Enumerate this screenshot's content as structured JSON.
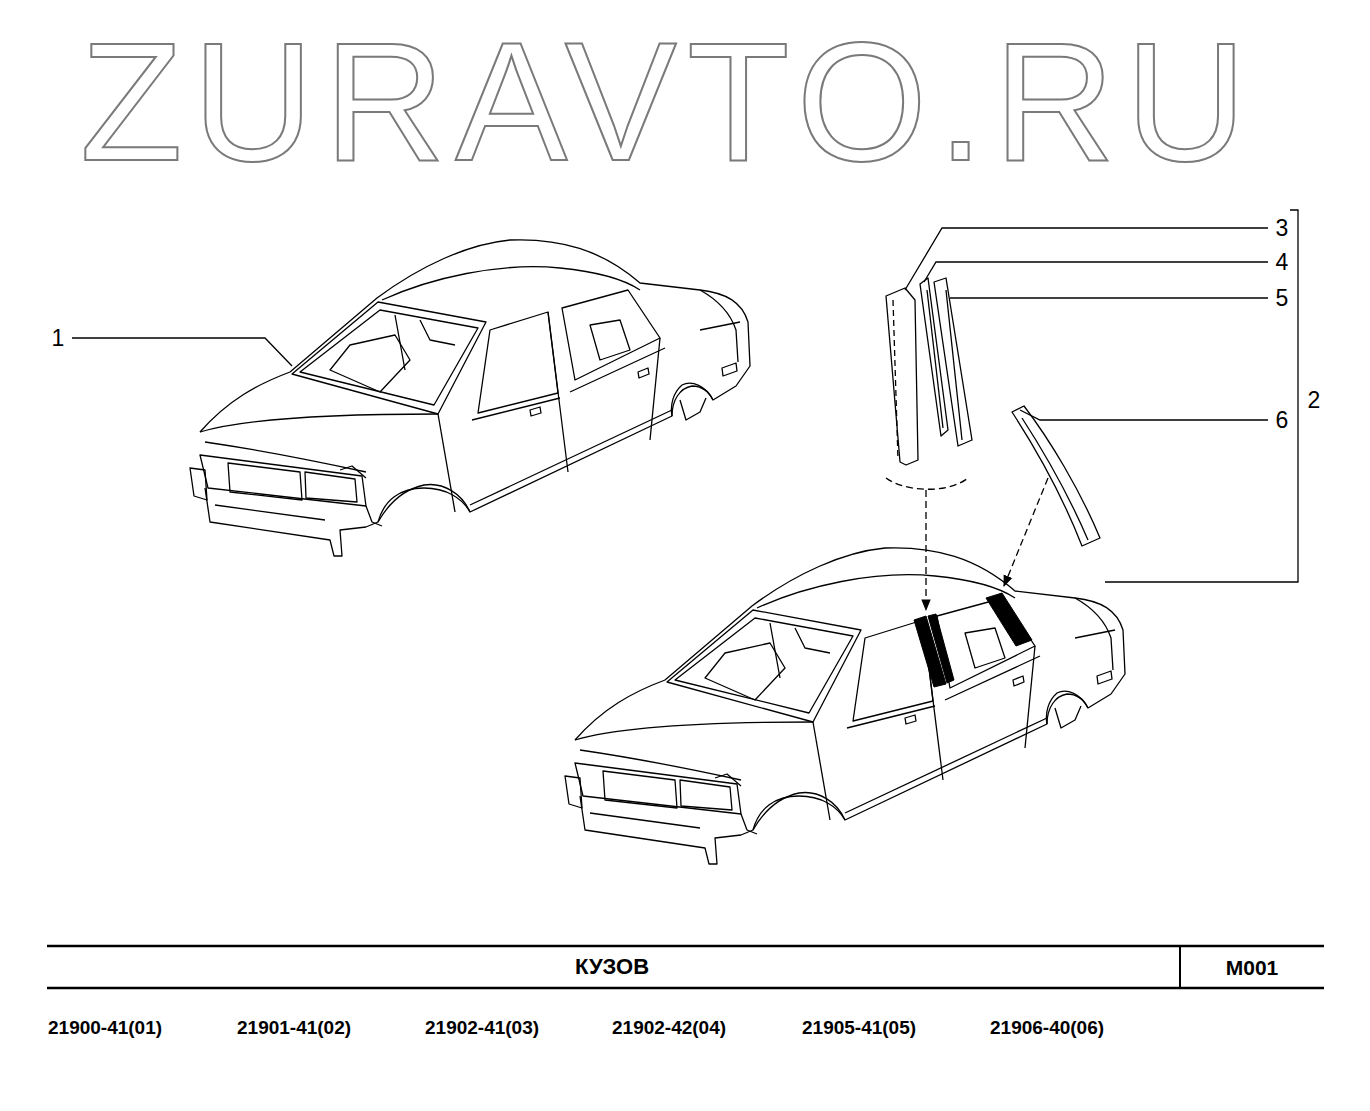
{
  "diagram": {
    "title": "КУЗОВ",
    "labels": [
      "ZURAVTO.RU",
      "1",
      "3",
      "4",
      "5",
      "2",
      "6",
      "M001",
      "21900-41(01)",
      "21901-41(02)",
      "21902-41(03)",
      "21902-42(04)",
      "21905-41(05)",
      "21906-40(06)"
    ]
  }
}
